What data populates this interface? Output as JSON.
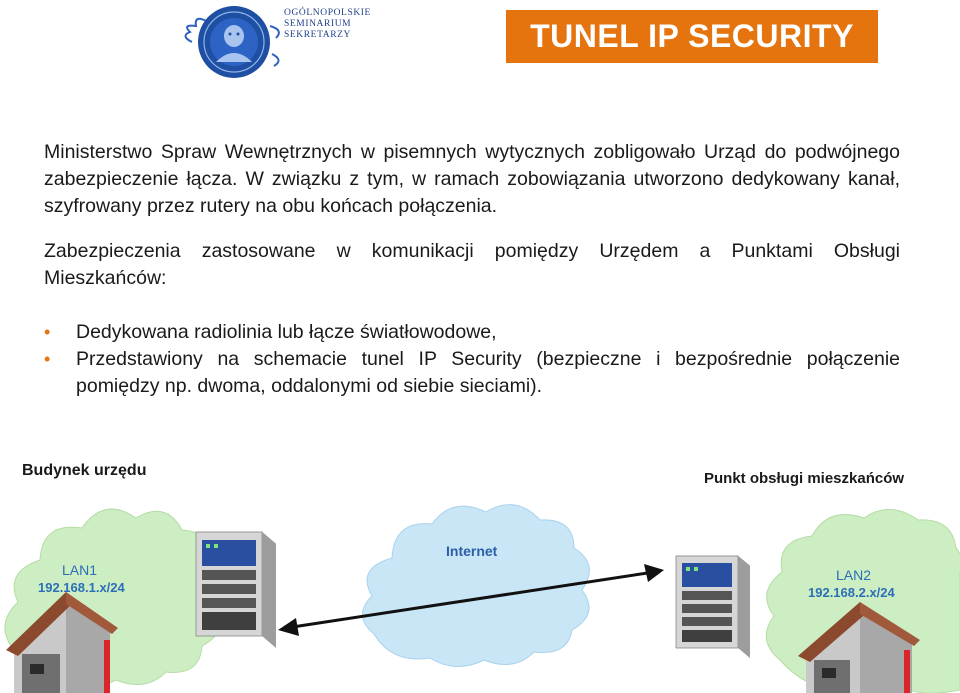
{
  "logo": {
    "lines": [
      "OGÓLNOPOLSKIE",
      "SEMINARIUM",
      "SEKRETARZY"
    ]
  },
  "title": "TUNEL IP SECURITY",
  "paragraphs": [
    "Ministerstwo Spraw Wewnętrznych w pisemnych wytycznych zobligowało Urząd do podwójnego zabezpieczenie łącza. W związku z tym, w ramach zobowiązania utworzono dedykowany kanał, szyfrowany przez rutery na obu końcach połączenia.",
    "Zabezpieczenia zastosowane w komunikacji pomiędzy Urzędem a Punktami Obsługi Mieszkańców:"
  ],
  "bullets": [
    "Dedykowana radiolinia lub łącze światłowodowe,",
    "Przedstawiony na schemacie tunel IP Security (bezpieczne i bezpośrednie połączenie pomiędzy np. dwoma, oddalonymi od siebie sieciami)."
  ],
  "diagram": {
    "left_site_label": "Budynek urzędu",
    "right_site_label": "Punkt obsługi mieszkańców",
    "left_lan_name": "LAN1",
    "left_lan_subnet": "192.168.1.x/24",
    "right_lan_name": "LAN2",
    "right_lan_subnet": "192.168.2.x/24",
    "internet_label": "Internet"
  },
  "colors": {
    "accent": "#e5740f",
    "lan_cloud": "#cdeec2",
    "internet_cloud": "#c9e6f7",
    "logo_blue": "#1e4fa3"
  },
  "icons": [
    "seal-logo-icon",
    "lan-cloud-icon",
    "internet-cloud-icon",
    "router-icon",
    "building-icon"
  ]
}
